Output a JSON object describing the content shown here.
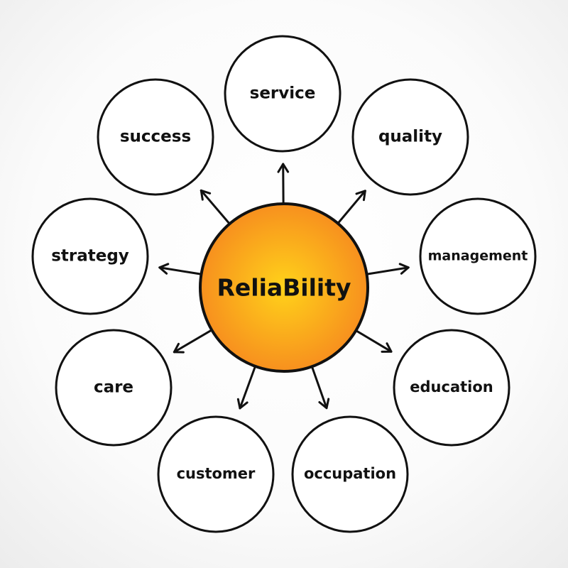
{
  "diagram": {
    "center": {
      "label": "ReliaBility"
    },
    "nodes": [
      {
        "id": "service",
        "label": "service"
      },
      {
        "id": "quality",
        "label": "quality"
      },
      {
        "id": "management",
        "label": "management"
      },
      {
        "id": "education",
        "label": "education"
      },
      {
        "id": "occupation",
        "label": "occupation"
      },
      {
        "id": "customer",
        "label": "customer"
      },
      {
        "id": "care",
        "label": "care"
      },
      {
        "id": "strategy",
        "label": "strategy"
      },
      {
        "id": "success",
        "label": "success"
      }
    ]
  },
  "colors": {
    "center_fill_inner": "#ffd21a",
    "center_fill_outer": "#f7901e",
    "outline": "#111111",
    "node_fill": "#ffffff"
  }
}
